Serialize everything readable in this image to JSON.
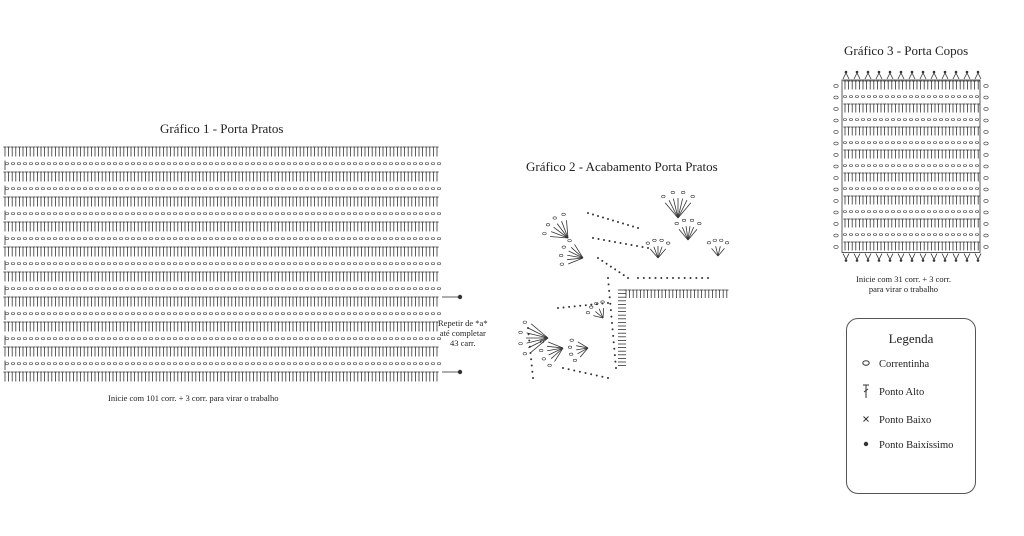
{
  "chart1": {
    "title": "Gráfico 1 - Porta Pratos",
    "note": "Inicie com 101 corr. + 3 corr. para virar o trabalho",
    "repeat_note": [
      "Repetir de *a*",
      "até completar",
      "43 carr."
    ]
  },
  "chart2": {
    "title": "Gráfico 2 - Acabamento Porta Pratos"
  },
  "chart3": {
    "title": "Gráfico 3 - Porta Copos",
    "note": [
      "Inicie com 31 corr. + 3 corr.",
      "para virar o trabalho"
    ]
  },
  "legend": {
    "title": "Legenda",
    "items": [
      {
        "symbol": "chain-icon",
        "label": "Correntinha"
      },
      {
        "symbol": "double-crochet-icon",
        "label": "Ponto Alto"
      },
      {
        "symbol": "single-crochet-icon",
        "label": "Ponto Baixo"
      },
      {
        "symbol": "slip-stitch-icon",
        "label": "Ponto Baixíssimo"
      }
    ]
  },
  "colors": {
    "ink": "#333333",
    "background": "#ffffff"
  }
}
